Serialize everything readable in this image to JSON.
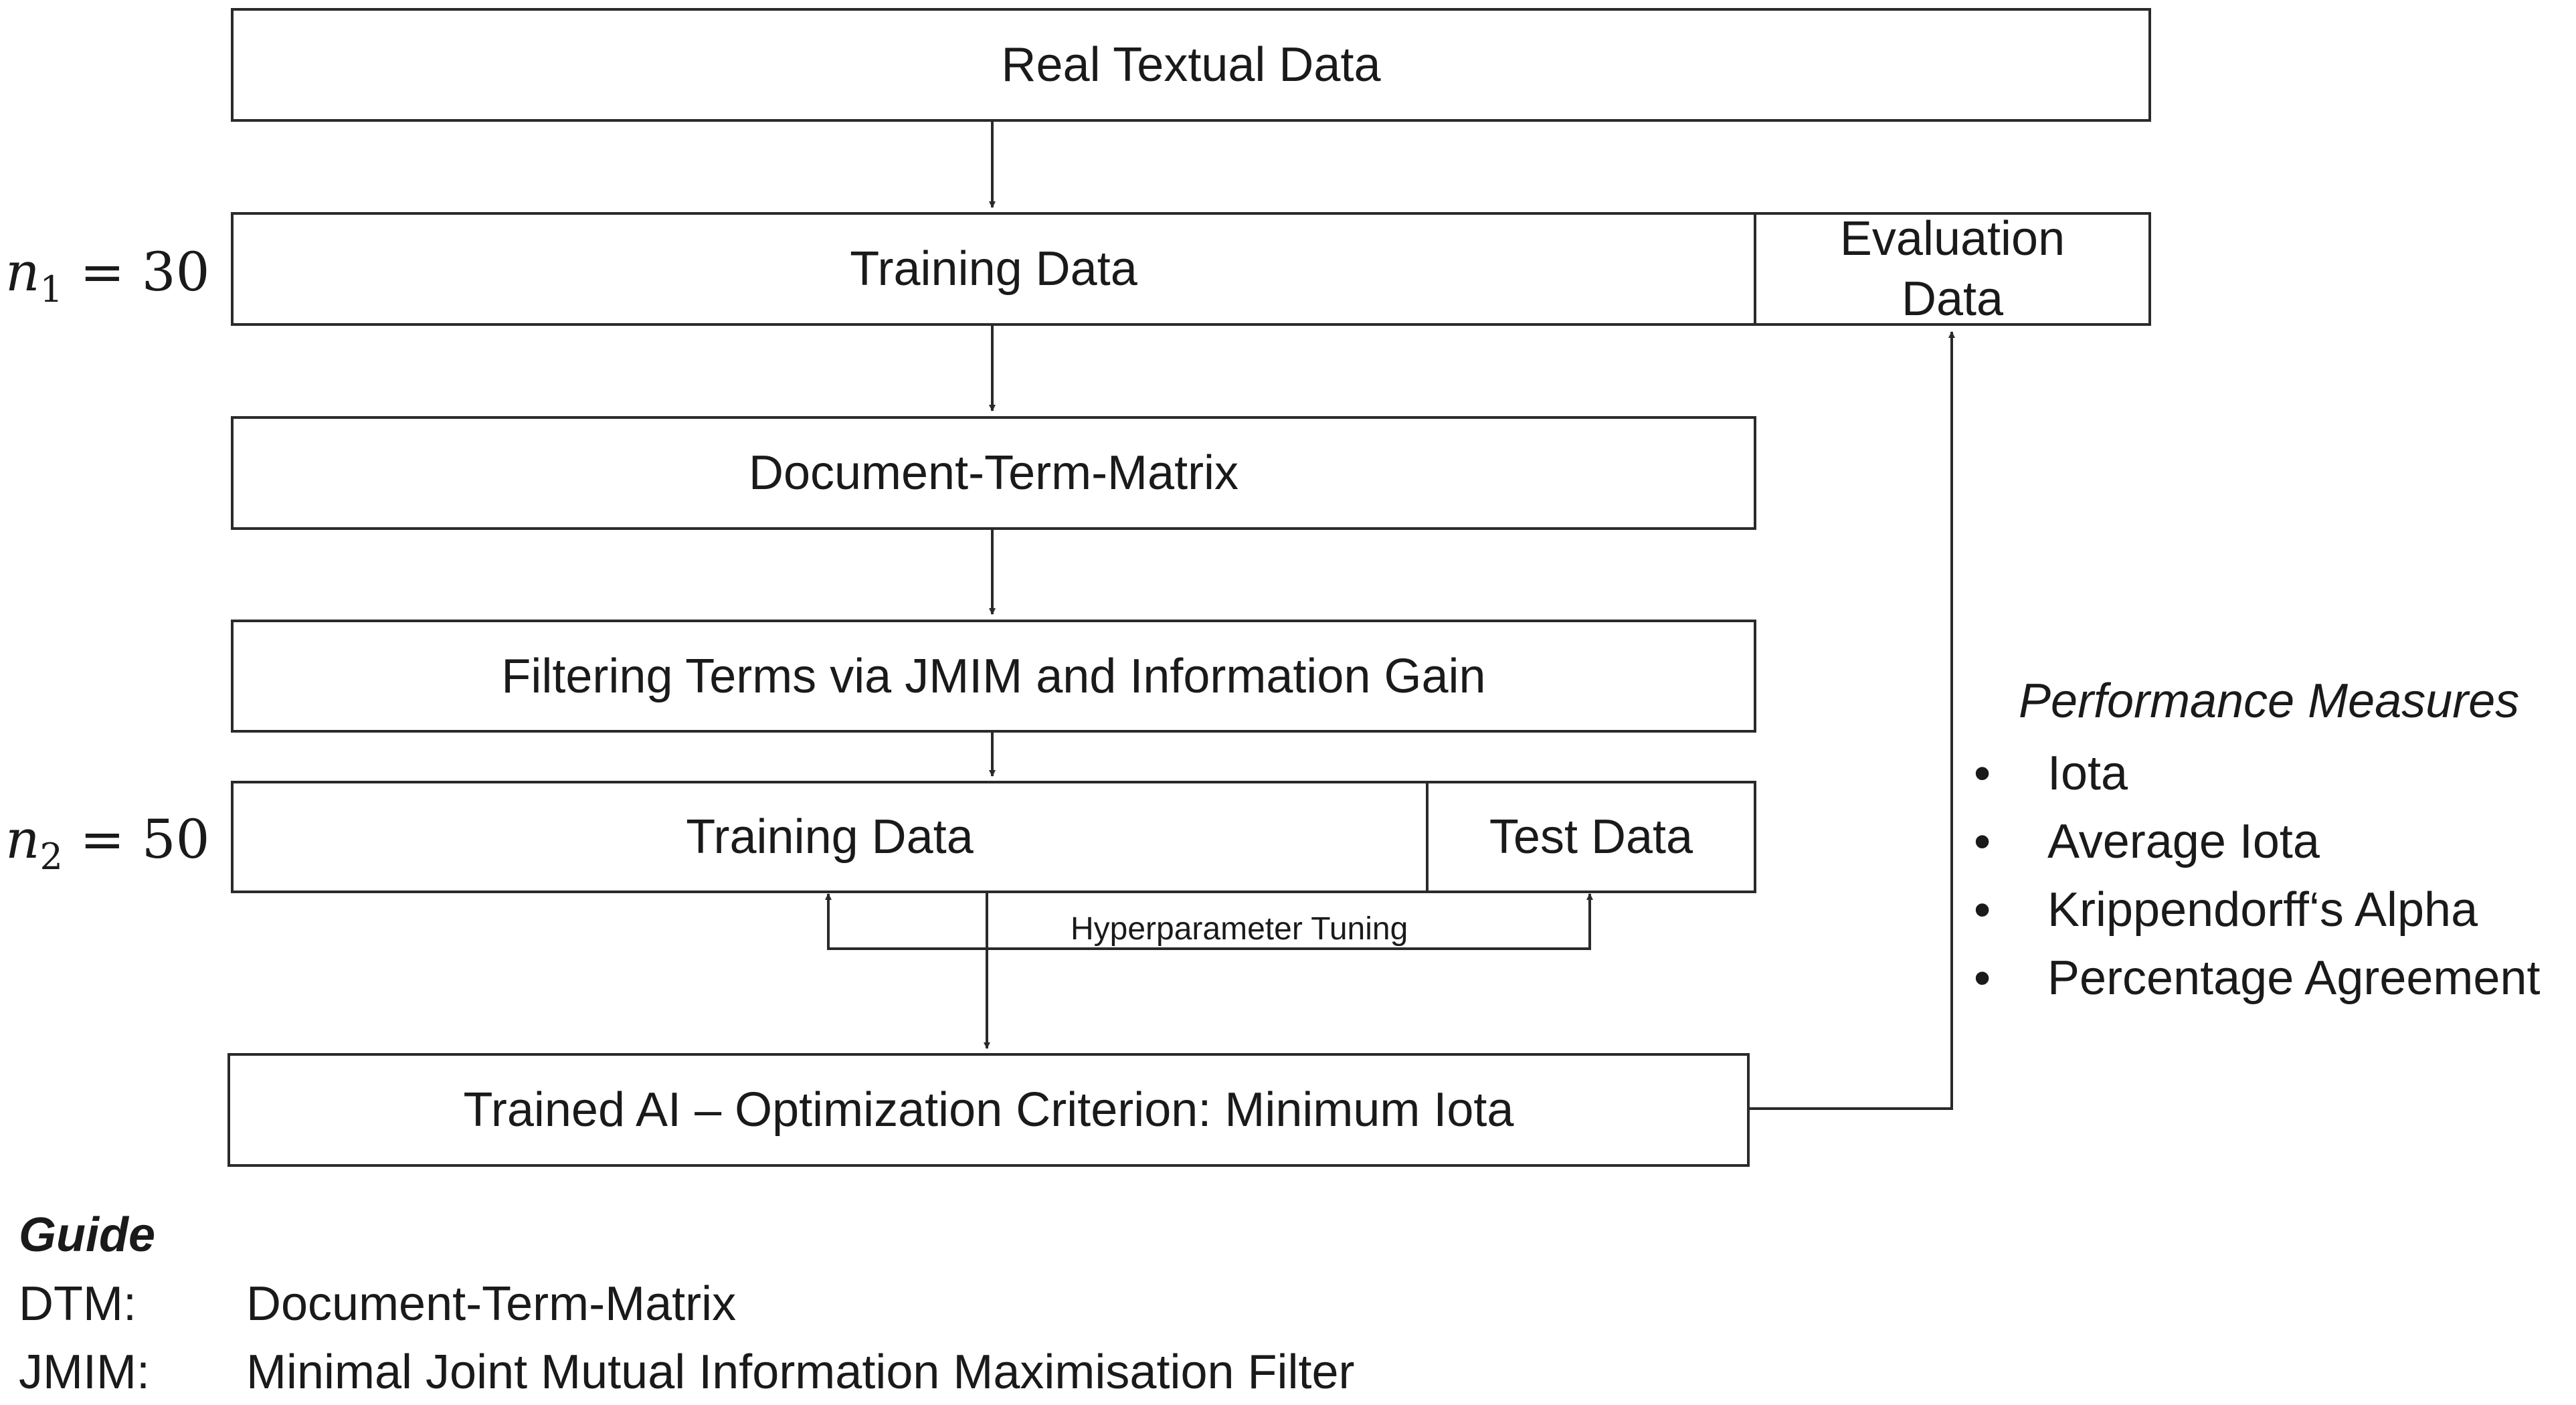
{
  "diagram": {
    "boxes": {
      "real_textual_data": "Real Textual Data",
      "training_data_1": "Training Data",
      "evaluation_data": "Evaluation Data",
      "document_term_matrix": "Document-Term-Matrix",
      "filtering_terms": "Filtering Terms via JMIM and Information Gain",
      "training_data_2": "Training Data",
      "test_data": "Test Data",
      "trained_ai": "Trained AI – Optimization Criterion: Minimum Iota"
    },
    "side_labels": {
      "n1": {
        "var": "n",
        "sub": "1",
        "rest": " = 30"
      },
      "n2": {
        "var": "n",
        "sub": "2",
        "rest": " = 50"
      }
    },
    "hyperparameter_label": "Hyperparameter Tuning",
    "performance": {
      "title": "Performance Measures",
      "items": [
        "Iota",
        "Average Iota",
        "Krippendorff‘s Alpha",
        "Percentage Agreement"
      ]
    },
    "guide": {
      "title": "Guide",
      "entries": [
        {
          "abbr": "DTM:",
          "definition": "Document-Term-Matrix"
        },
        {
          "abbr": "JMIM:",
          "definition": "Minimal Joint Mutual Information Maximisation Filter"
        }
      ]
    }
  }
}
